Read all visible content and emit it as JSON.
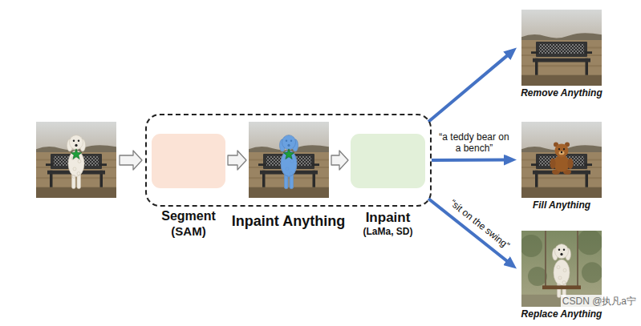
{
  "diagram": {
    "nodes": [
      {
        "text": [
          "Inpaint Anything"
        ]
      },
      {
        "text": [
          "Segment",
          "(SAM)"
        ],
        "in": 0
      },
      {
        "text": [
          "Inpaint",
          "(LaMa, SD)"
        ],
        "in": 0
      },
      {
        "text": [
          "Remove Anything"
        ]
      },
      {
        "text": [
          "Fill Anything"
        ]
      },
      {
        "text": [
          "Replace Anything"
        ]
      }
    ],
    "edges": [
      {
        "from": 0,
        "to": 3,
        "arrow": "to"
      },
      {
        "from": 0,
        "to": 4,
        "label": "“a teddy bear on a bench”",
        "arrow": "to"
      },
      {
        "from": 0,
        "to": 5,
        "label": "“sit on the swing”",
        "arrow": "to"
      }
    ],
    "labels": [
      "CSDN @执凡a宁"
    ]
  }
}
